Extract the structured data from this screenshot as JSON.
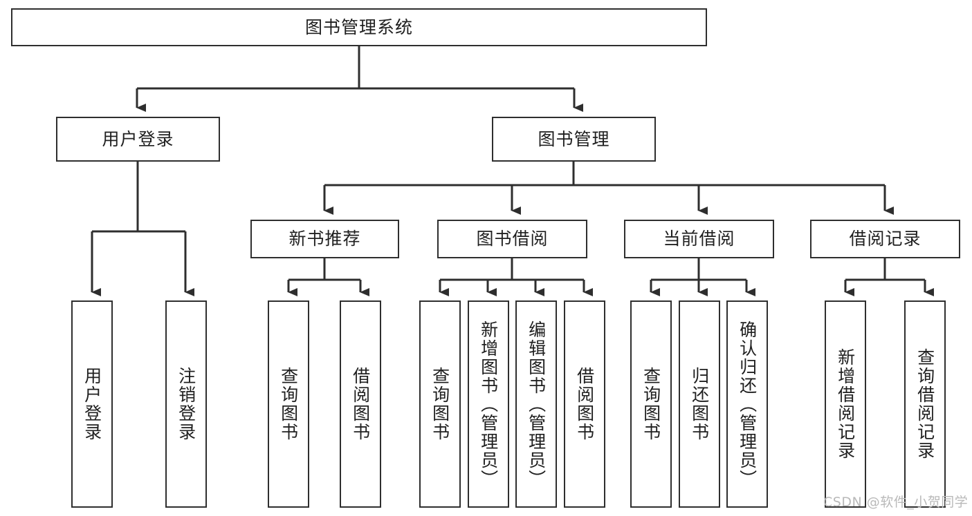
{
  "diagram": {
    "type": "tree-hierarchy-chart",
    "title": "图书管理系统",
    "stroke_color": "#2e2e2e",
    "fill_color": "#ffffff",
    "text_color": "#1f1f1f",
    "levels": {
      "root": {
        "label": "图书管理系统"
      },
      "level2": [
        {
          "label": "用户登录"
        },
        {
          "label": "图书管理"
        }
      ],
      "level3": [
        {
          "label": "新书推荐"
        },
        {
          "label": "图书借阅"
        },
        {
          "label": "当前借阅"
        },
        {
          "label": "借阅记录"
        }
      ],
      "level4": [
        {
          "label": "用户登录",
          "parent": "用户登录"
        },
        {
          "label": "注销登录",
          "parent": "用户登录"
        },
        {
          "label": "查询图书",
          "parent": "新书推荐"
        },
        {
          "label": "借阅图书",
          "parent": "新书推荐"
        },
        {
          "label": "查询图书",
          "parent": "图书借阅"
        },
        {
          "label": "新增图书（管理员）",
          "parent": "图书借阅"
        },
        {
          "label": "编辑图书（管理员）",
          "parent": "图书借阅"
        },
        {
          "label": "借阅图书",
          "parent": "图书借阅"
        },
        {
          "label": "查询图书",
          "parent": "当前借阅"
        },
        {
          "label": "归还图书",
          "parent": "当前借阅"
        },
        {
          "label": "确认归还（管理员）",
          "parent": "当前借阅"
        },
        {
          "label": "新增借阅记录",
          "parent": "借阅记录"
        },
        {
          "label": "查询借阅记录",
          "parent": "借阅记录"
        }
      ]
    }
  },
  "watermark": {
    "text": "CSDN @软件_小贺同学",
    "color": "#b9b9b9"
  }
}
